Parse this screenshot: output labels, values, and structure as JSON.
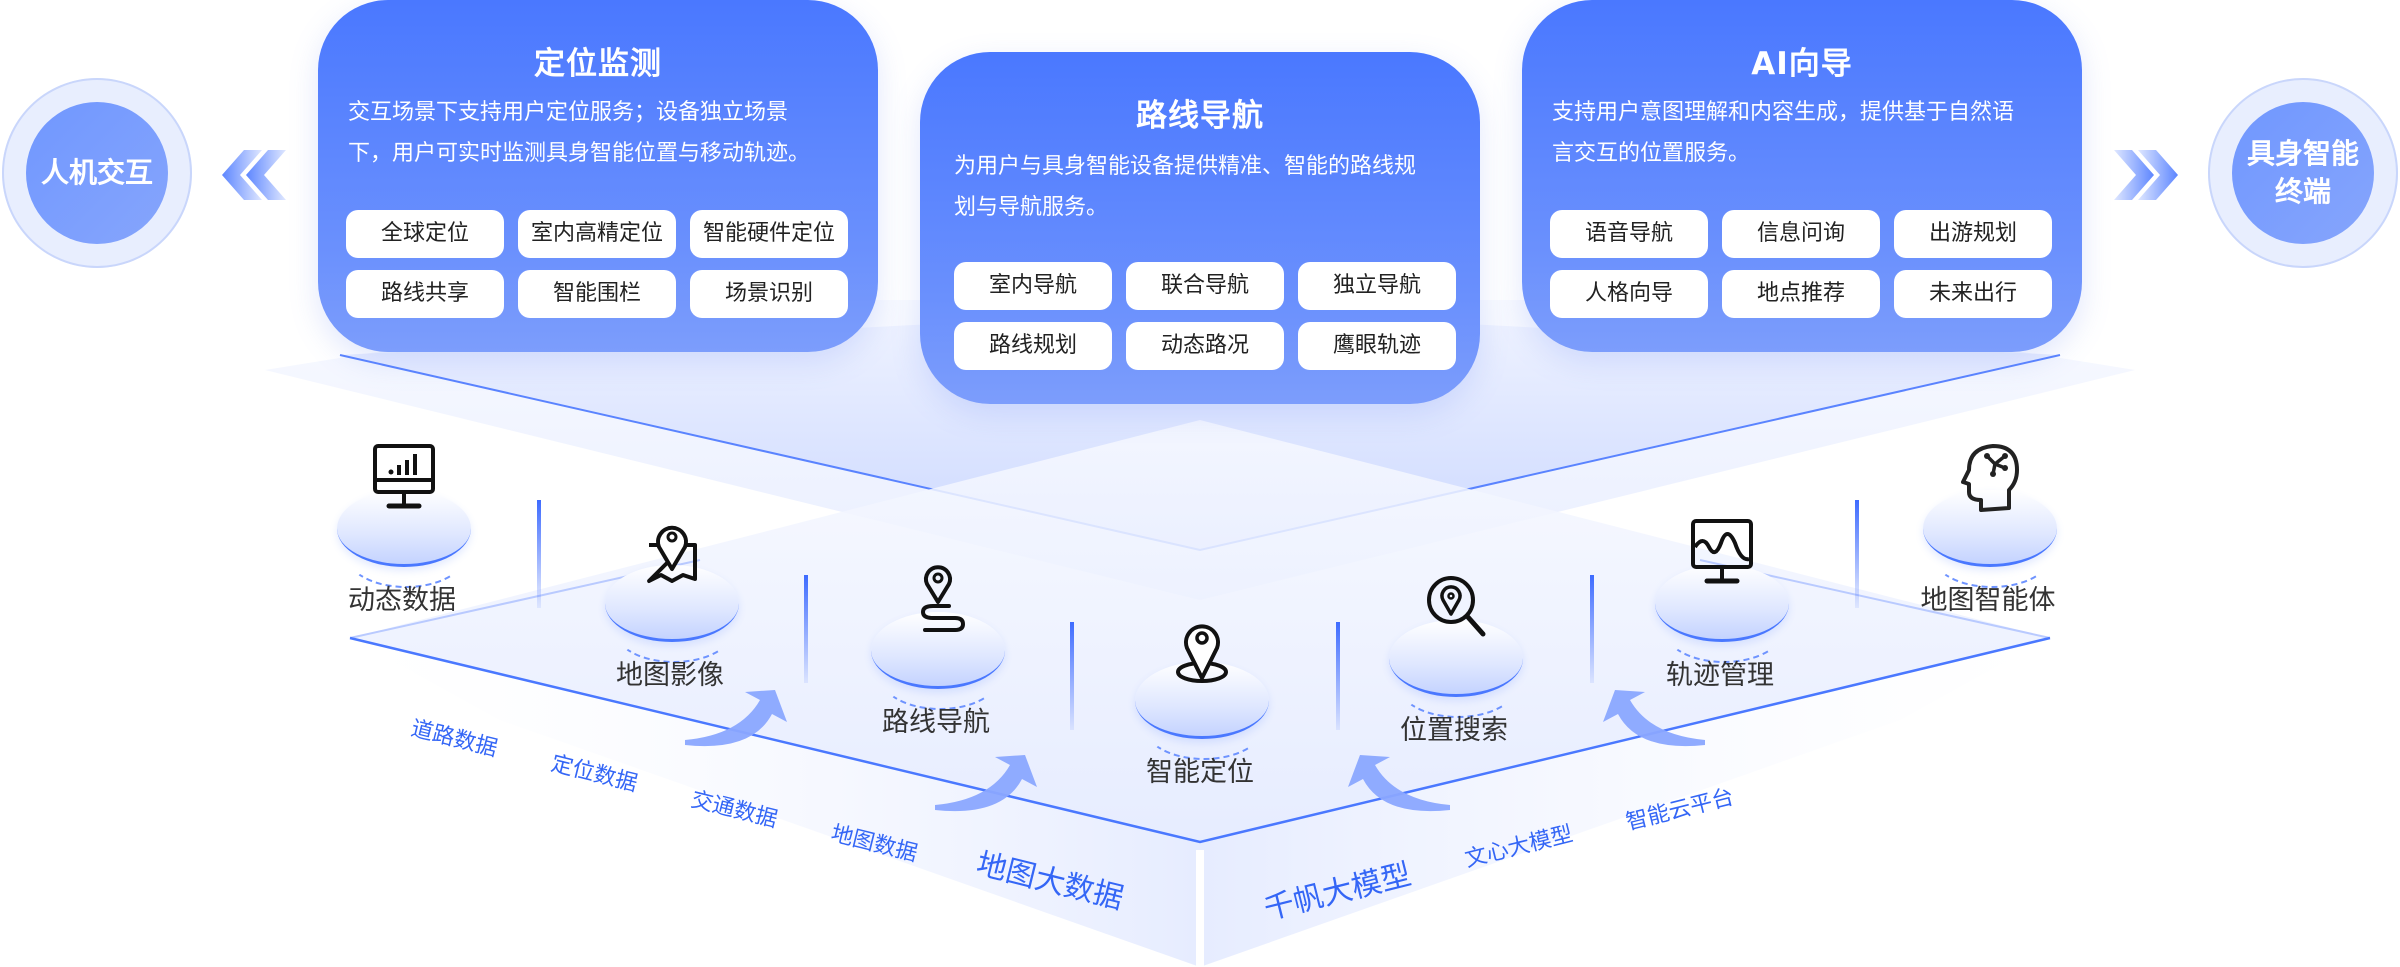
{
  "left_endpoint": {
    "label": "人机交互"
  },
  "right_endpoint": {
    "label_line1": "具身智能",
    "label_line2": "终端"
  },
  "cards": [
    {
      "title": "定位监测",
      "desc_line1": "交互场景下支持用户定位服务；设备独立场景",
      "desc_line2": "下，用户可实时监测具身智能位置与移动轨迹。",
      "tags": [
        "全球定位",
        "室内高精定位",
        "智能硬件定位",
        "路线共享",
        "智能围栏",
        "场景识别"
      ]
    },
    {
      "title": "路线导航",
      "desc_line1": "为用户与具身智能设备提供精准、智能的路线规",
      "desc_line2": "划与导航服务。",
      "tags": [
        "室内导航",
        "联合导航",
        "独立导航",
        "路线规划",
        "动态路况",
        "鹰眼轨迹"
      ]
    },
    {
      "title": "AI向导",
      "desc_line1": "支持用户意图理解和内容生成，提供基于自然语",
      "desc_line2": "言交互的位置服务。",
      "tags": [
        "语音导航",
        "信息问询",
        "出游规划",
        "人格向导",
        "地点推荐",
        "未来出行"
      ]
    }
  ],
  "capabilities": [
    {
      "label": "动态数据",
      "icon": "monitor-signal-icon"
    },
    {
      "label": "地图影像",
      "icon": "map-pin-icon"
    },
    {
      "label": "路线导航",
      "icon": "route-pin-icon"
    },
    {
      "label": "智能定位",
      "icon": "location-pin-icon"
    },
    {
      "label": "位置搜索",
      "icon": "search-location-icon"
    },
    {
      "label": "轨迹管理",
      "icon": "monitor-wave-icon"
    },
    {
      "label": "地图智能体",
      "icon": "brain-head-icon"
    }
  ],
  "foundation_left": {
    "title": "地图大数据",
    "items": [
      "道路数据",
      "定位数据",
      "交通数据",
      "地图数据"
    ]
  },
  "foundation_right": {
    "title": "千帆大模型",
    "items": [
      "文心大模型",
      "智能云平台"
    ]
  },
  "colors": {
    "primary": "#4a78ff",
    "accent_text": "#3466f6",
    "label_text": "#333333"
  }
}
